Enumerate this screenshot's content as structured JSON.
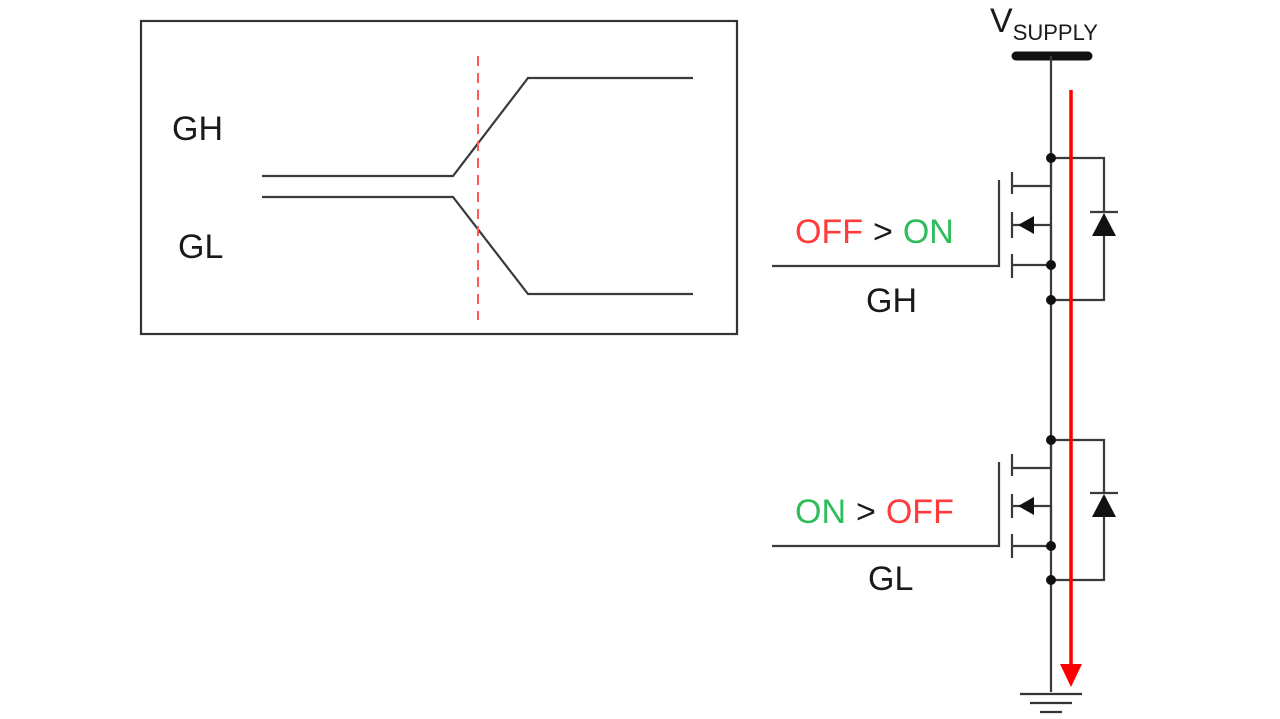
{
  "waveform_box": {
    "label_gh": "GH",
    "label_gl": "GL"
  },
  "supply": {
    "label_main": "V",
    "label_sub": "SUPPLY"
  },
  "high_side": {
    "state_from": "OFF",
    "state_sep": ">",
    "state_to": "ON",
    "gate_label": "GH"
  },
  "low_side": {
    "state_from": "ON",
    "state_sep": ">",
    "state_to": "OFF",
    "gate_label": "GL"
  },
  "colors": {
    "off": "#ff3b3b",
    "on": "#2ebd5a",
    "current_arrow": "#ff0000",
    "transition_marker": "#ff5a5a"
  }
}
